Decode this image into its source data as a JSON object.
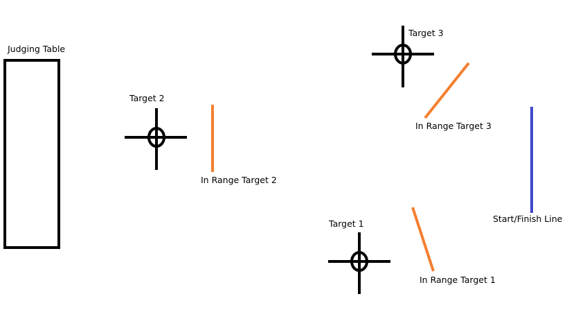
{
  "colors": {
    "background": "#ffffff",
    "ink": "#000000",
    "in_range_line": "#f47f30",
    "start_finish_line": "#3f48cc"
  },
  "judging_table": {
    "label": "Judging Table"
  },
  "targets": [
    {
      "label": "Target 2",
      "icon": "crosshair-icon"
    },
    {
      "label": "Target 3",
      "icon": "crosshair-icon"
    },
    {
      "label": "Target 1",
      "icon": "crosshair-icon"
    }
  ],
  "in_range_lines": [
    {
      "label": "In Range Target 2"
    },
    {
      "label": "In Range Target 3"
    },
    {
      "label": "In Range Target 1"
    }
  ],
  "start_finish": {
    "label": "Start/Finish Line"
  }
}
